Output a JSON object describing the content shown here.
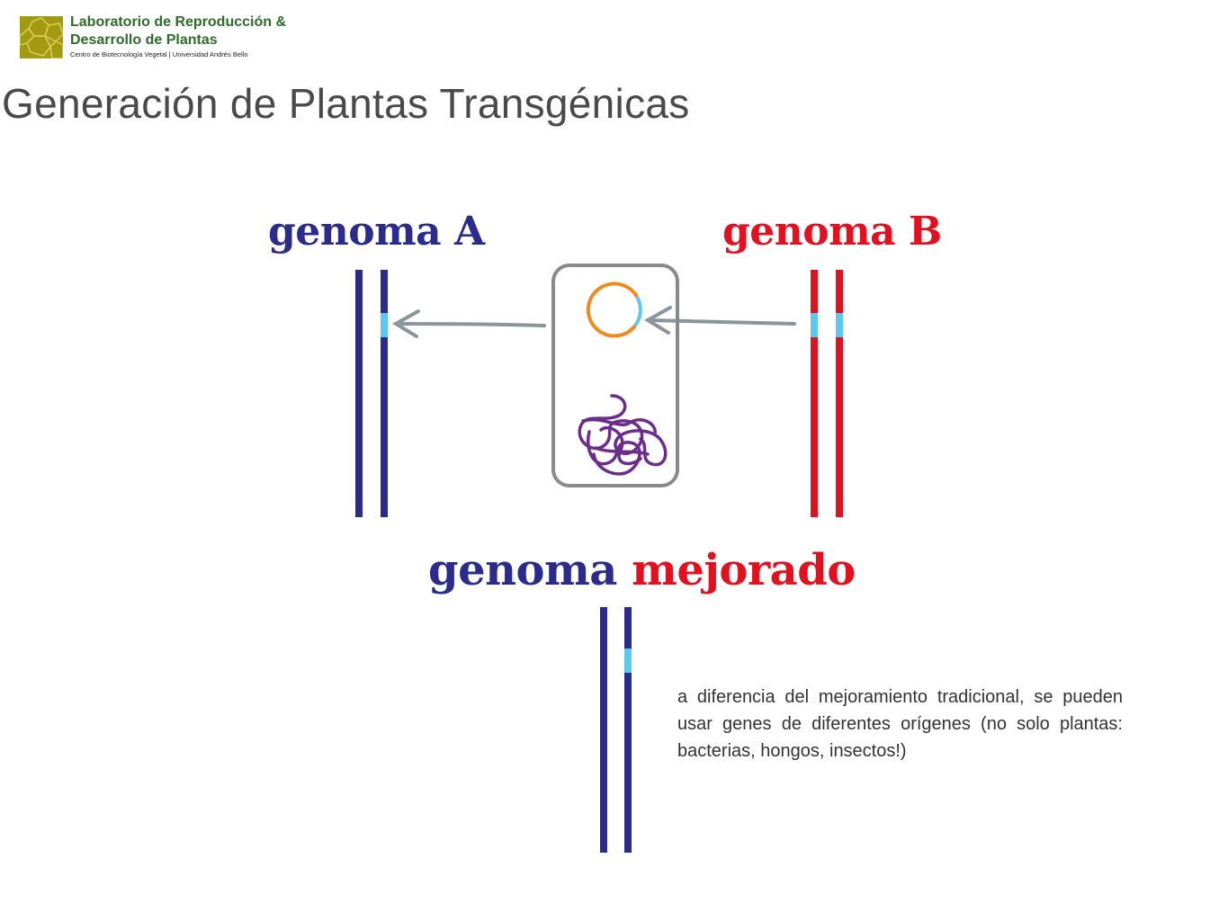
{
  "header": {
    "logo": {
      "line1": "Laboratorio de Reproducción &",
      "line2": "Desarrollo de Plantas",
      "line3": "Centro de Biotecnología Vegetal | Universidad Andrés Bello"
    }
  },
  "title": "Generación de Plantas Transgénicas",
  "diagram": {
    "genome_a_label": "genoma A",
    "genome_b_label": "genoma B",
    "result_label_word1": "genoma",
    "result_label_word2": "mejorado",
    "colors": {
      "genome_a": "#2a2b8c",
      "genome_b": "#e3101f",
      "transgene": "#5bc8f0",
      "plasmid": "#f08a1c",
      "chromosome_dna": "#6b2d8c",
      "cell_outline": "#8a8a8a",
      "arrow": "#8a969c"
    }
  },
  "note": "a diferencia del mejoramiento tradicional, se pueden usar genes de diferentes orígenes (no solo plantas: bacterias, hongos, insectos!)"
}
